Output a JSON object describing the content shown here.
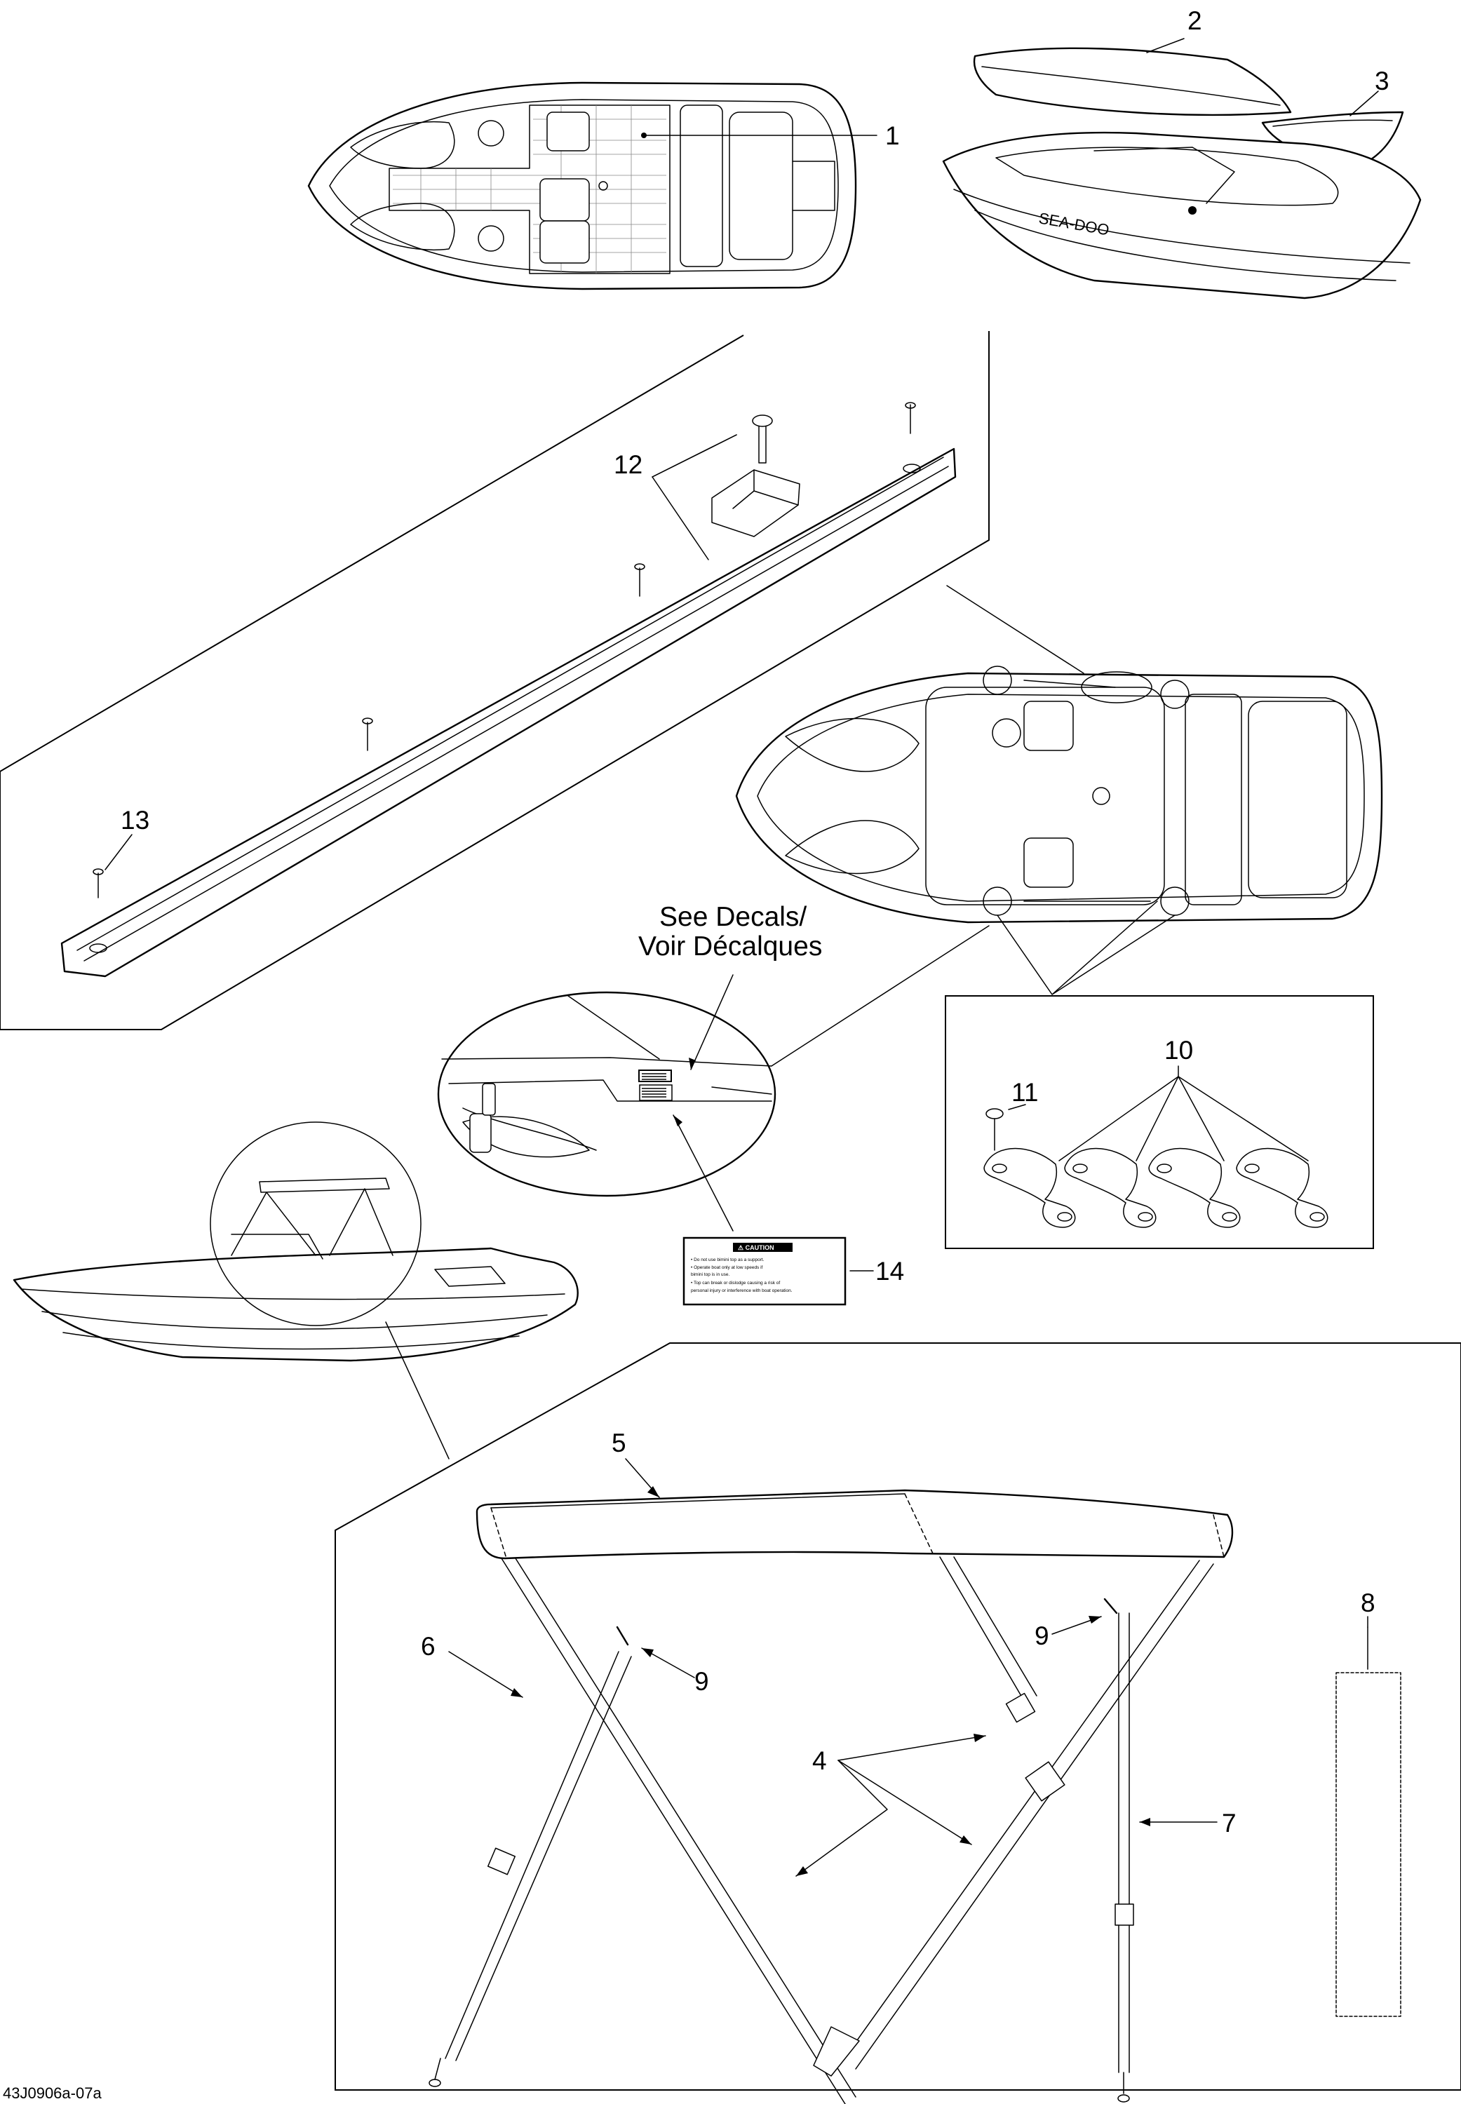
{
  "diagram": {
    "reference_code": "43J0906a-07a",
    "callouts": [
      {
        "id": "1",
        "text": "1"
      },
      {
        "id": "2",
        "text": "2"
      },
      {
        "id": "3",
        "text": "3"
      },
      {
        "id": "4",
        "text": "4"
      },
      {
        "id": "5",
        "text": "5"
      },
      {
        "id": "6",
        "text": "6"
      },
      {
        "id": "7",
        "text": "7"
      },
      {
        "id": "8",
        "text": "8"
      },
      {
        "id": "9a",
        "text": "9"
      },
      {
        "id": "9b",
        "text": "9"
      },
      {
        "id": "10",
        "text": "10"
      },
      {
        "id": "11",
        "text": "11"
      },
      {
        "id": "12",
        "text": "12"
      },
      {
        "id": "13",
        "text": "13"
      },
      {
        "id": "14",
        "text": "14"
      }
    ],
    "see_decals_note": {
      "line1": "See Decals/",
      "line2": "Voir Décalques"
    },
    "caution_decal": {
      "title": "⚠ CAUTION",
      "lines": [
        "• Do not use bimini top as a support.",
        "• Operate boat only at low speeds if",
        "  bimini top is in use.",
        "• Top can break or dislodge causing a risk of",
        "  personal injury or interference with boat operation."
      ]
    },
    "hull_lettering": "SEA-DOO"
  }
}
